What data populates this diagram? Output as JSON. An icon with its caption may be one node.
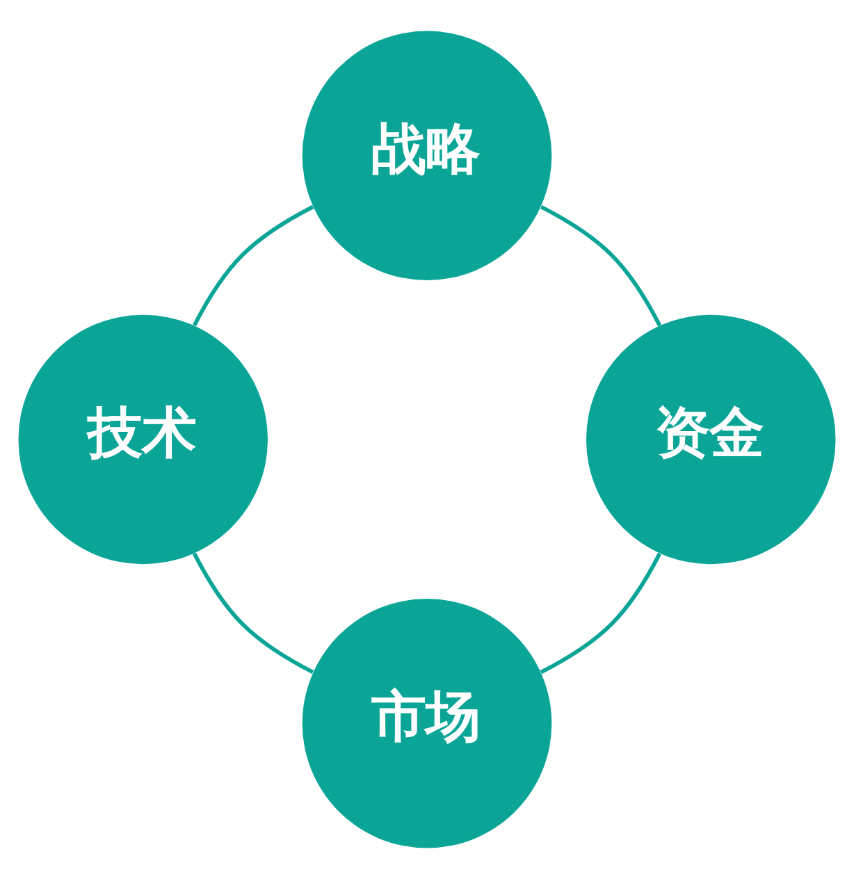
{
  "diagram": {
    "nodes": [
      {
        "text": [
          "战略"
        ]
      },
      {
        "text": [
          "技术"
        ]
      },
      {
        "text": [
          "资金"
        ]
      },
      {
        "text": [
          "市场"
        ]
      }
    ],
    "edges": [
      {
        "from": 0,
        "to": 2,
        "arrow": "none"
      },
      {
        "from": 2,
        "to": 3,
        "arrow": "none"
      },
      {
        "from": 3,
        "to": 1,
        "arrow": "none"
      },
      {
        "from": 1,
        "to": 0,
        "arrow": "none"
      }
    ]
  }
}
